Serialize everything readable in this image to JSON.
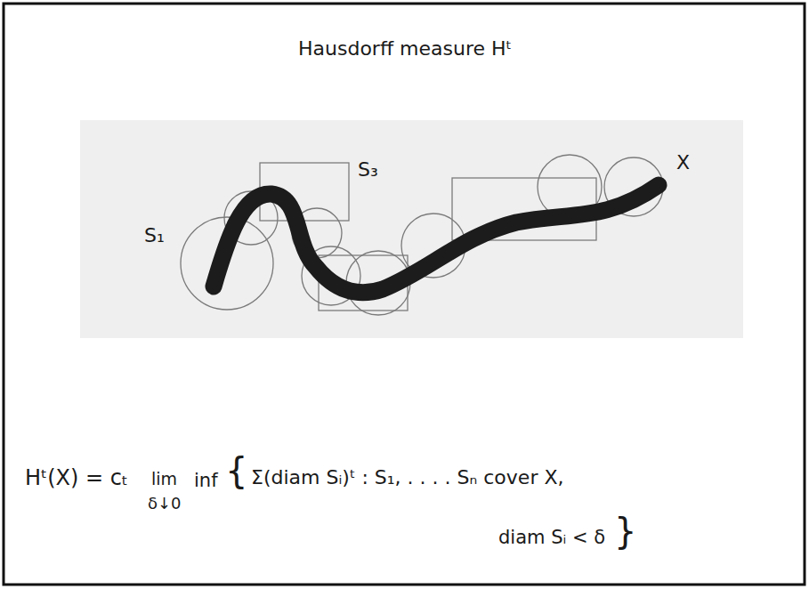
{
  "diagram": {
    "title": "Hausdorff measure Hᵗ",
    "labels": [
      "S₁",
      "S₃",
      "X",
      "Hᵗ(X) = cₜ",
      "lim",
      "δ↓0",
      "inf",
      "{",
      "Σ(diam Sᵢ)ᵗ : S₁, . . . . Sₙ cover X,",
      "diam Sᵢ < δ",
      "}"
    ]
  }
}
